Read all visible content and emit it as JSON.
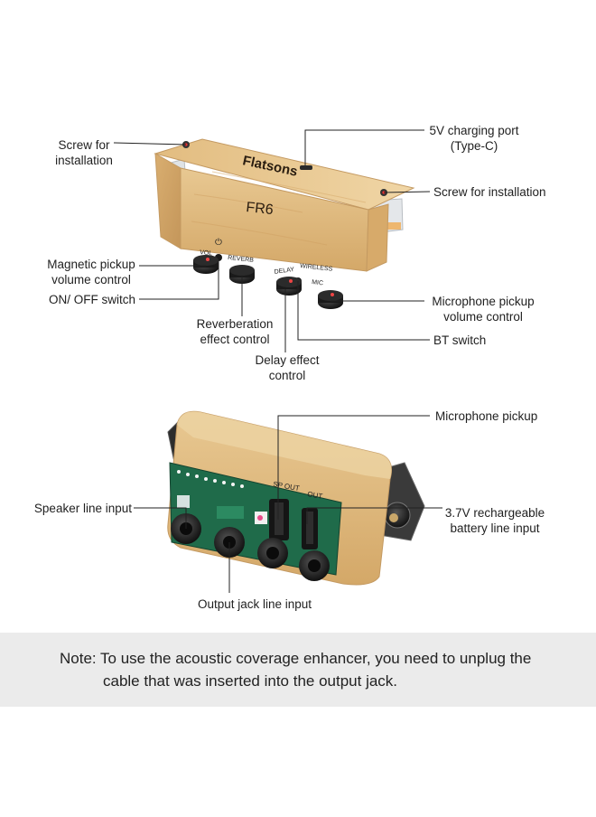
{
  "labels": {
    "screw_left": [
      "Screw for",
      "installation"
    ],
    "charging_port": [
      "5V charging port",
      "(Type-C)"
    ],
    "screw_right": [
      "Screw for installation"
    ],
    "magnetic_pickup": [
      "Magnetic pickup",
      "volume control"
    ],
    "on_off": [
      "ON/ OFF switch"
    ],
    "reverberation": [
      "Reverberation",
      "effect control"
    ],
    "delay": [
      "Delay effect",
      "control"
    ],
    "mic_pickup_volume": [
      "Microphone pickup",
      "volume control"
    ],
    "bt_switch": [
      "BT switch"
    ],
    "microphone_pickup": [
      "Microphone pickup"
    ],
    "speaker_line": [
      "Speaker line input"
    ],
    "battery_line": [
      "3.7V rechargeable",
      "battery line input"
    ],
    "output_jack": [
      "Output jack line input"
    ]
  },
  "device_text": {
    "brand": "Flatsons",
    "model": "FR6",
    "vol": "VOL",
    "power": "⏻",
    "reverb": "REVERB",
    "delay": "DELAY",
    "wireless": "WIRELESS",
    "mic": "MIC",
    "sp_out": "SP OUT",
    "out": "OUT"
  },
  "note": {
    "line1": "Note: To use the acoustic coverage enhancer, you need to unplug the",
    "line2": "cable that was inserted into the output jack."
  },
  "colors": {
    "wood": "#e3c28c",
    "wood_dark": "#c99a5c",
    "pcb": "#1f6b4a",
    "knob": "#1b1b1b",
    "leader": "#222222",
    "note_band": "#ebebeb"
  }
}
